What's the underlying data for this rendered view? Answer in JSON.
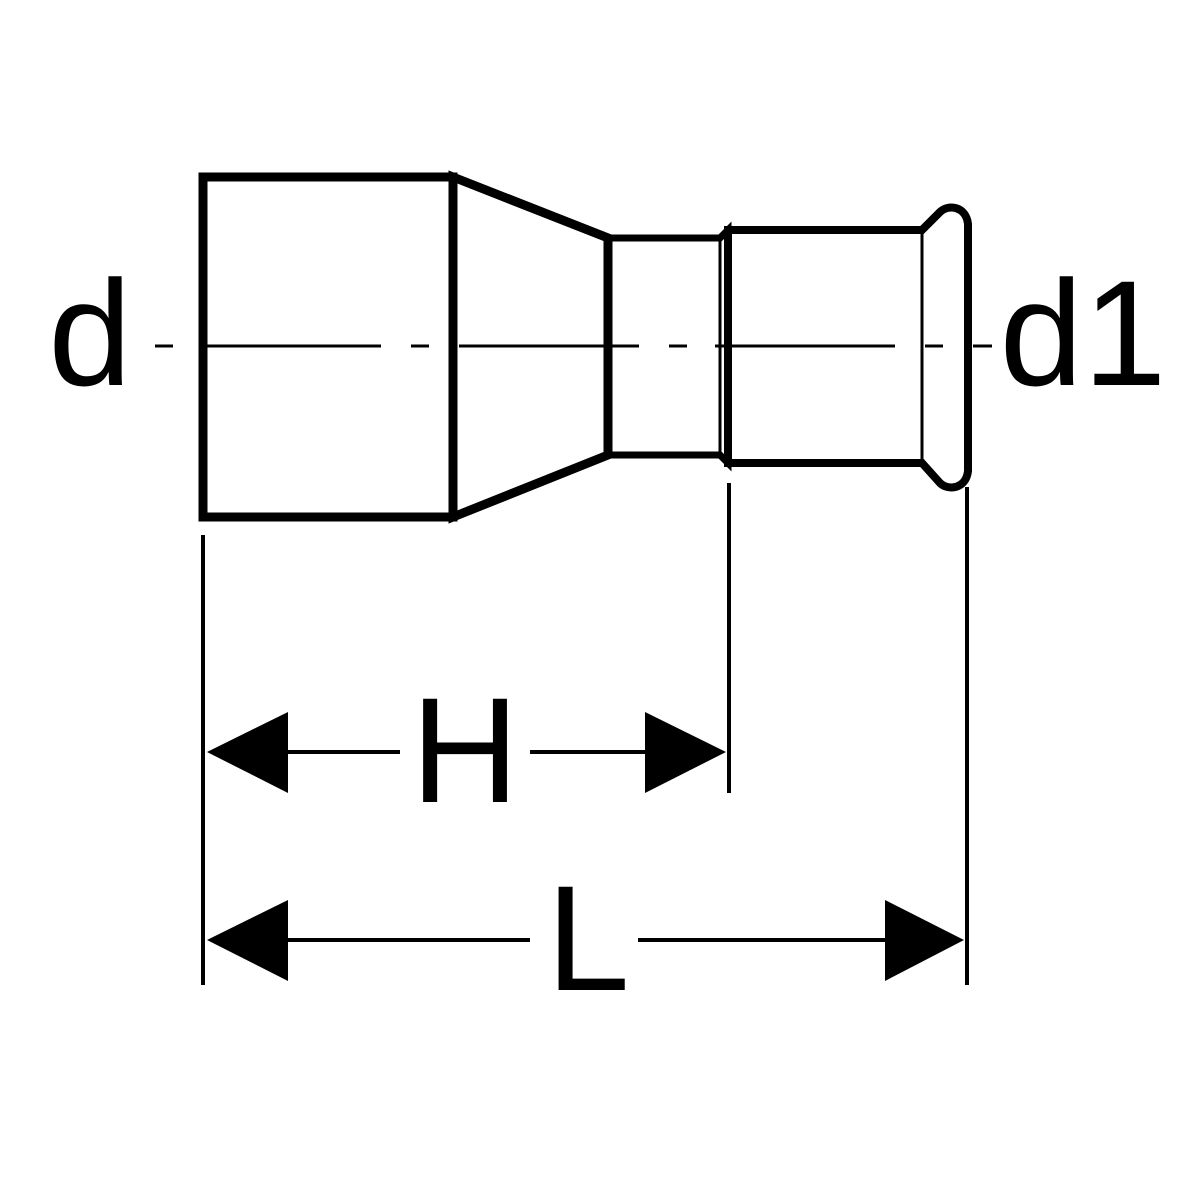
{
  "labels": {
    "d": "d",
    "d1": "d1",
    "H": "H",
    "L": "L"
  },
  "colors": {
    "stroke": "#000000",
    "background": "#ffffff"
  }
}
